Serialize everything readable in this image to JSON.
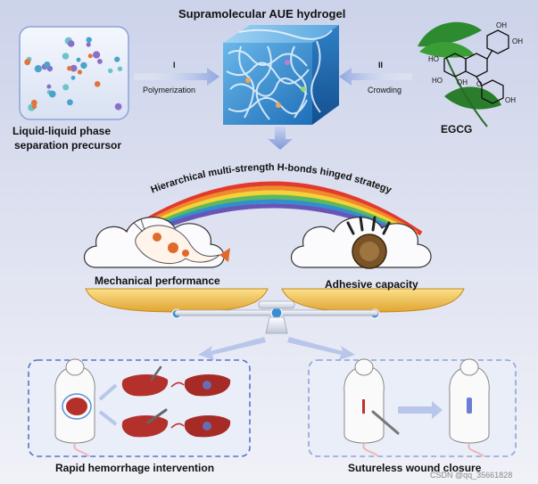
{
  "title": "Supramolecular AUE hydrogel",
  "precursor": {
    "line1": "Liquid-liquid phase",
    "line2": "separation precursor"
  },
  "step1": {
    "numeral": "I",
    "label": "Polymerization"
  },
  "step2": {
    "numeral": "II",
    "label": "Crowding"
  },
  "egcg": {
    "name": "EGCG",
    "oh": "OH",
    "ho": "HO",
    "o": "O"
  },
  "arc_text": "Hierarchical multi-strength H-bonds hinged strategy",
  "mechanical": "Mechanical performance",
  "adhesive": "Adhesive capacity",
  "hemorrhage": "Rapid hemorrhage intervention",
  "wound": "Sutureless wound closure",
  "watermark": "CSDN @qq_35661828",
  "colors": {
    "rainbow": [
      "#e23b2e",
      "#f08a2a",
      "#f4d23a",
      "#5cb85c",
      "#2f8fd0",
      "#6a55b5"
    ],
    "dashed_box": "#5a73c9",
    "panel_fill": "#eaf0fb",
    "liver": "#b4312b",
    "hydrogel": "#3a8fd4"
  },
  "icons": [
    "koi-fish-icon",
    "bear-paw-icon",
    "rat-icon",
    "liver-icon",
    "scalpel-icon",
    "tea-leaf-icon",
    "balance-scale-icon"
  ]
}
